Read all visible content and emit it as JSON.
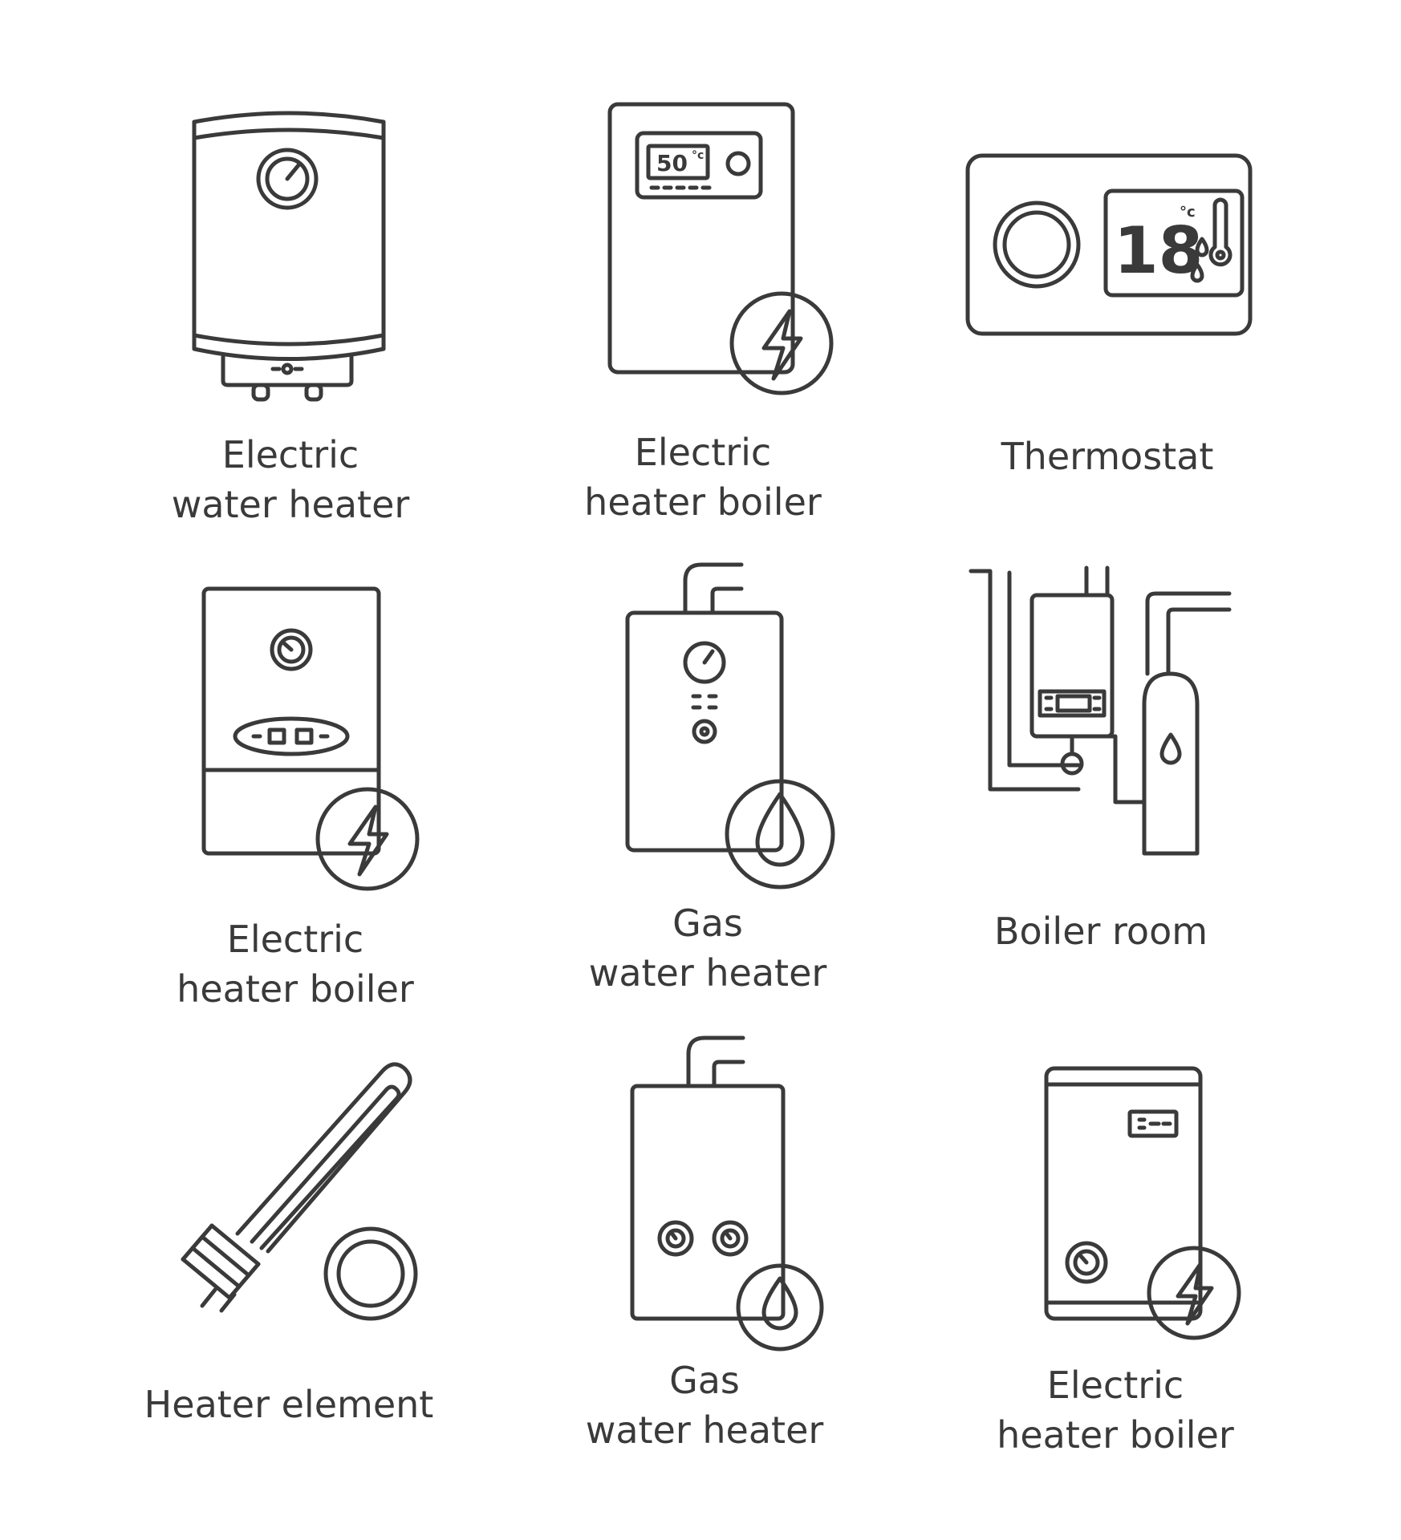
{
  "icons": [
    {
      "id": "electric-water-heater",
      "icon": "electric-water-heater-icon",
      "lines": [
        "Electric",
        "water heater"
      ]
    },
    {
      "id": "electric-heater-boiler-1",
      "icon": "electric-boiler-display-icon",
      "display": "50",
      "unit": "°c",
      "lines": [
        "Electric",
        "heater boiler"
      ]
    },
    {
      "id": "thermostat",
      "icon": "thermostat-icon",
      "display": "18",
      "unit": "°c",
      "lines": [
        "Thermostat"
      ]
    },
    {
      "id": "electric-heater-boiler-2",
      "icon": "electric-boiler-panel-icon",
      "lines": [
        "Electric",
        "heater boiler"
      ]
    },
    {
      "id": "gas-water-heater-1",
      "icon": "gas-water-heater-dial-icon",
      "lines": [
        "Gas",
        "water heater"
      ]
    },
    {
      "id": "boiler-room",
      "icon": "boiler-room-icon",
      "lines": [
        "Boiler room"
      ]
    },
    {
      "id": "heater-element",
      "icon": "heater-element-icon",
      "lines": [
        "Heater element"
      ]
    },
    {
      "id": "gas-water-heater-2",
      "icon": "gas-water-heater-knobs-icon",
      "lines": [
        "Gas",
        "water heater"
      ]
    },
    {
      "id": "electric-heater-boiler-3",
      "icon": "electric-boiler-tank-icon",
      "lines": [
        "Electric",
        "heater boiler"
      ]
    }
  ],
  "colors": {
    "stroke": "#3a3a3a",
    "background": "#ffffff"
  }
}
